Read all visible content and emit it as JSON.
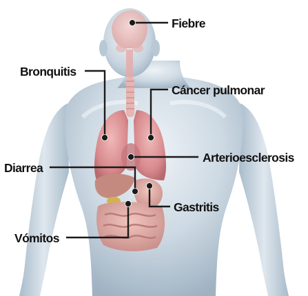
{
  "labels": {
    "fiebre": "Fiebre",
    "bronquitis": "Bronquitis",
    "cancer": "Cáncer pulmonar",
    "arterio": "Arterioesclerosis",
    "diarrea": "Diarrea",
    "gastritis": "Gastritis",
    "vomitos": "Vómitos"
  },
  "colors": {
    "body": "#c9d5df",
    "lungs": "#d98a8c",
    "organs": "#c99a8a",
    "leader": "#1a1a1a"
  }
}
